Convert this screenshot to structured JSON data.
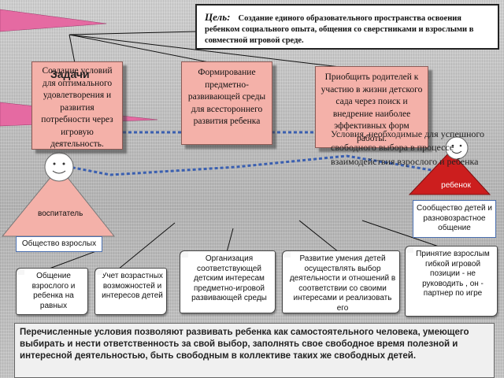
{
  "goal": {
    "label": "Цель:",
    "text": "Создание единого образовательного пространства освоения ребенком социального опыта, общения со сверстниками и взрослыми в совместной игровой среде."
  },
  "tasks_title": "Задачи",
  "tasks": [
    "Создание условий для оптимального удовлетворения и развития потребности через игровую деятельность.",
    "Формирование предметно-развивающей среды для всестороннего развития ребенка",
    "Приобщить родителей к участию в жизни детского сада через поиск и внедрение наиболее эффективных форм работы."
  ],
  "conditions_text": "Условия, необходимые для успешного\nсвободного выбора в процессе\nвзаимодействия взрослого и ребенка",
  "figures": {
    "educator": "воспитатель",
    "child": "ребенок"
  },
  "adults_society": "Общество взрослых",
  "children_community": "Сообщество детей и разновозрастное общение",
  "conditions": [
    "Общение взрослого и ребенка на равных",
    "Учет возрастных возможностей и интересов детей",
    "Организация соответствующей детским интересам предметно-игровой развивающей среды",
    "Развитие умения детей осуществлять выбор деятельности и отношений в соответствии со своими интересами и реализовать его",
    "Принятие взрослым гибкой игровой позиции - не руководить , он - партнер по игре"
  ],
  "summary": "Перечисленные условия позволяют развивать ребенка как самостоятельного человека, умеющего выбирать и нести ответственность за свой выбор, заполнять свое свободное время полезной и интересной деятельностью, быть свободным в коллективе таких же свободных детей.",
  "colors": {
    "task_fill": "#f4b1a9",
    "arrow_pink": "#e56aa2",
    "child_triangle": "#cc1e1e",
    "connector_blue": "#3a5fb0"
  }
}
